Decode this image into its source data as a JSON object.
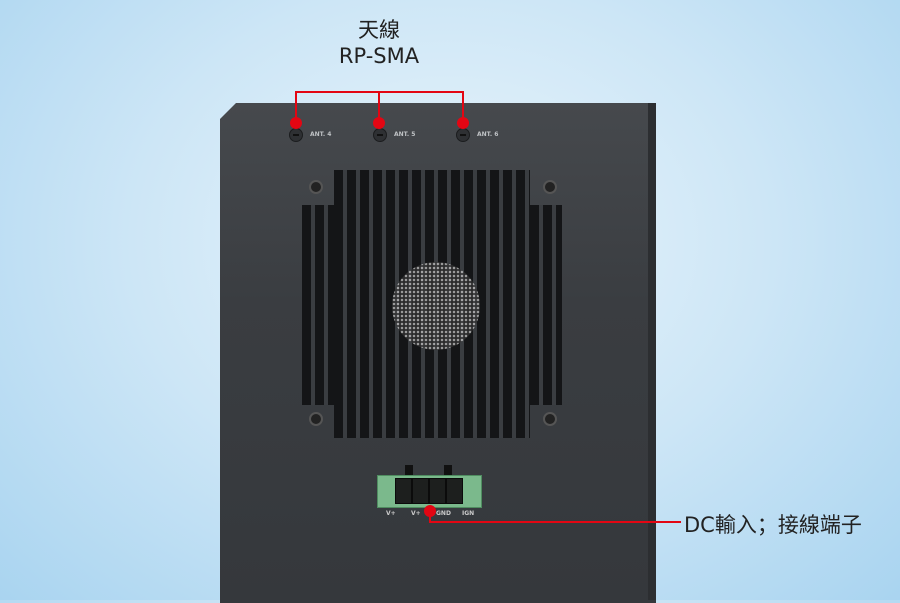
{
  "callouts": {
    "antenna_line1": "天線",
    "antenna_line2": "RP-SMA",
    "dc": "DC輸入；接線端子"
  },
  "ports": {
    "ant4": "ANT. 4",
    "ant5": "ANT. 5",
    "ant6": "ANT. 6"
  },
  "terminal": {
    "pins": [
      "V+",
      "V+",
      "GND",
      "IGN"
    ]
  },
  "colors": {
    "accent": "#e30613",
    "device": "#3a3d41"
  }
}
